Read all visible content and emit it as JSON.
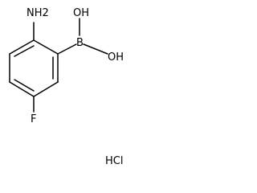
{
  "molecule": {
    "atoms": {
      "amino": "NH2",
      "boron": "B",
      "hydroxyl_top": "OH",
      "hydroxyl_right": "OH",
      "fluorine": "F"
    },
    "salt": "HCl"
  },
  "colors": {
    "ink": "#000000",
    "background": "#ffffff"
  }
}
